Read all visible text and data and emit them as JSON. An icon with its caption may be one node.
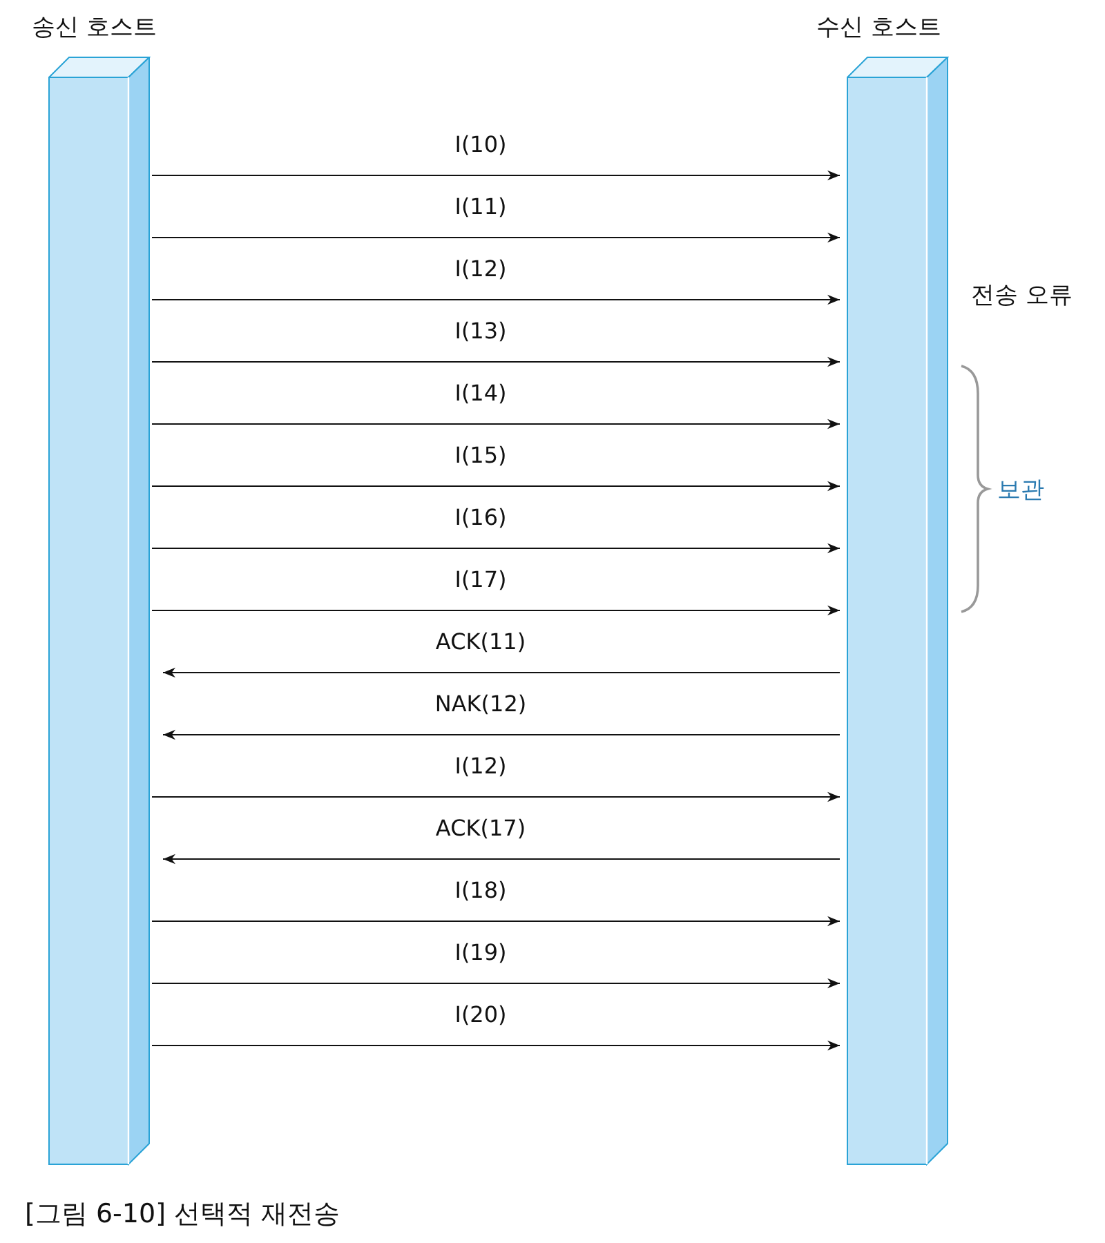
{
  "diagram": {
    "caption": "[그림 6-10] 선택적 재전송",
    "nodes": [
      {
        "text": [
          "송신 호스트"
        ]
      },
      {
        "text": [
          "수신 호스트"
        ]
      }
    ],
    "edges": [
      {
        "from": 0,
        "to": 1,
        "arrow": "to",
        "label": "I(10)"
      },
      {
        "from": 0,
        "to": 1,
        "arrow": "to",
        "label": "I(11)"
      },
      {
        "from": 0,
        "to": 1,
        "arrow": "to",
        "label": "I(12)"
      },
      {
        "from": 0,
        "to": 1,
        "arrow": "to",
        "label": "I(13)"
      },
      {
        "from": 0,
        "to": 1,
        "arrow": "to",
        "label": "I(14)"
      },
      {
        "from": 0,
        "to": 1,
        "arrow": "to",
        "label": "I(15)"
      },
      {
        "from": 0,
        "to": 1,
        "arrow": "to",
        "label": "I(16)"
      },
      {
        "from": 0,
        "to": 1,
        "arrow": "to",
        "label": "I(17)"
      },
      {
        "from": 1,
        "to": 0,
        "arrow": "to",
        "label": "ACK(11)"
      },
      {
        "from": 1,
        "to": 0,
        "arrow": "to",
        "label": "NAK(12)"
      },
      {
        "from": 0,
        "to": 1,
        "arrow": "to",
        "label": "I(12)"
      },
      {
        "from": 1,
        "to": 0,
        "arrow": "to",
        "label": "ACK(17)"
      },
      {
        "from": 0,
        "to": 1,
        "arrow": "to",
        "label": "I(18)"
      },
      {
        "from": 0,
        "to": 1,
        "arrow": "to",
        "label": "I(19)"
      },
      {
        "from": 0,
        "to": 1,
        "arrow": "to",
        "label": "I(20)"
      }
    ],
    "labels": [
      "전송 오류",
      "보관"
    ]
  }
}
